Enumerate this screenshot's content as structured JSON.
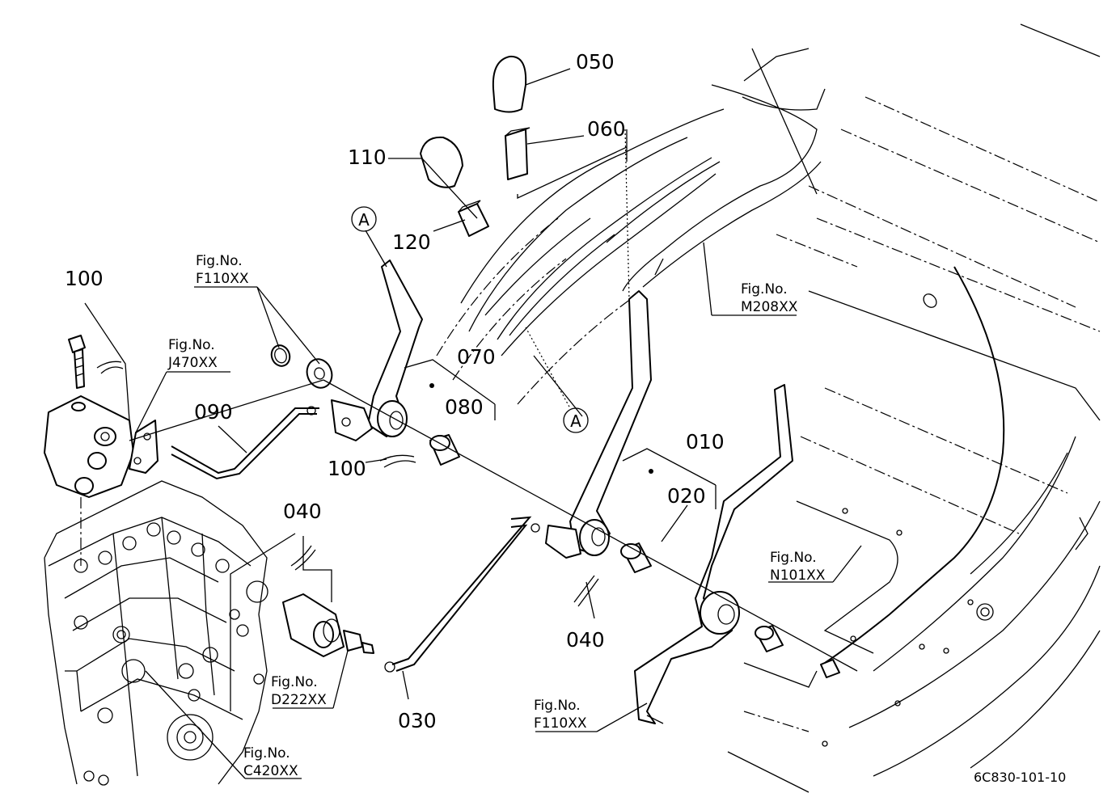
{
  "diagram": {
    "parts": [
      {
        "id": "p050",
        "label": "050"
      },
      {
        "id": "p060",
        "label": "060"
      },
      {
        "id": "p110",
        "label": "110"
      },
      {
        "id": "p120",
        "label": "120"
      },
      {
        "id": "p070",
        "label": "070"
      },
      {
        "id": "p080",
        "label": "080"
      },
      {
        "id": "p010",
        "label": "010"
      },
      {
        "id": "p020",
        "label": "020"
      },
      {
        "id": "p100a",
        "label": "100"
      },
      {
        "id": "p100b",
        "label": "100"
      },
      {
        "id": "p090",
        "label": "090"
      },
      {
        "id": "p040a",
        "label": "040"
      },
      {
        "id": "p040b",
        "label": "040"
      },
      {
        "id": "p030",
        "label": "030"
      }
    ],
    "callouts": [
      {
        "id": "callout-a1",
        "letter": "A"
      },
      {
        "id": "callout-a2",
        "letter": "A"
      }
    ],
    "figure_refs": [
      {
        "id": "ref-f110-top",
        "prefix": "Fig.No.",
        "code": "F110XX"
      },
      {
        "id": "ref-j470",
        "prefix": "Fig.No.",
        "code": "J470XX"
      },
      {
        "id": "ref-m208",
        "prefix": "Fig.No.",
        "code": "M208XX"
      },
      {
        "id": "ref-n101",
        "prefix": "Fig.No.",
        "code": "N101XX"
      },
      {
        "id": "ref-d222",
        "prefix": "Fig.No.",
        "code": "D222XX"
      },
      {
        "id": "ref-c420",
        "prefix": "Fig.No.",
        "code": "C420XX"
      },
      {
        "id": "ref-f110-bottom",
        "prefix": "Fig.No.",
        "code": "F110XX"
      }
    ],
    "drawing_code": "6C830-101-10"
  }
}
